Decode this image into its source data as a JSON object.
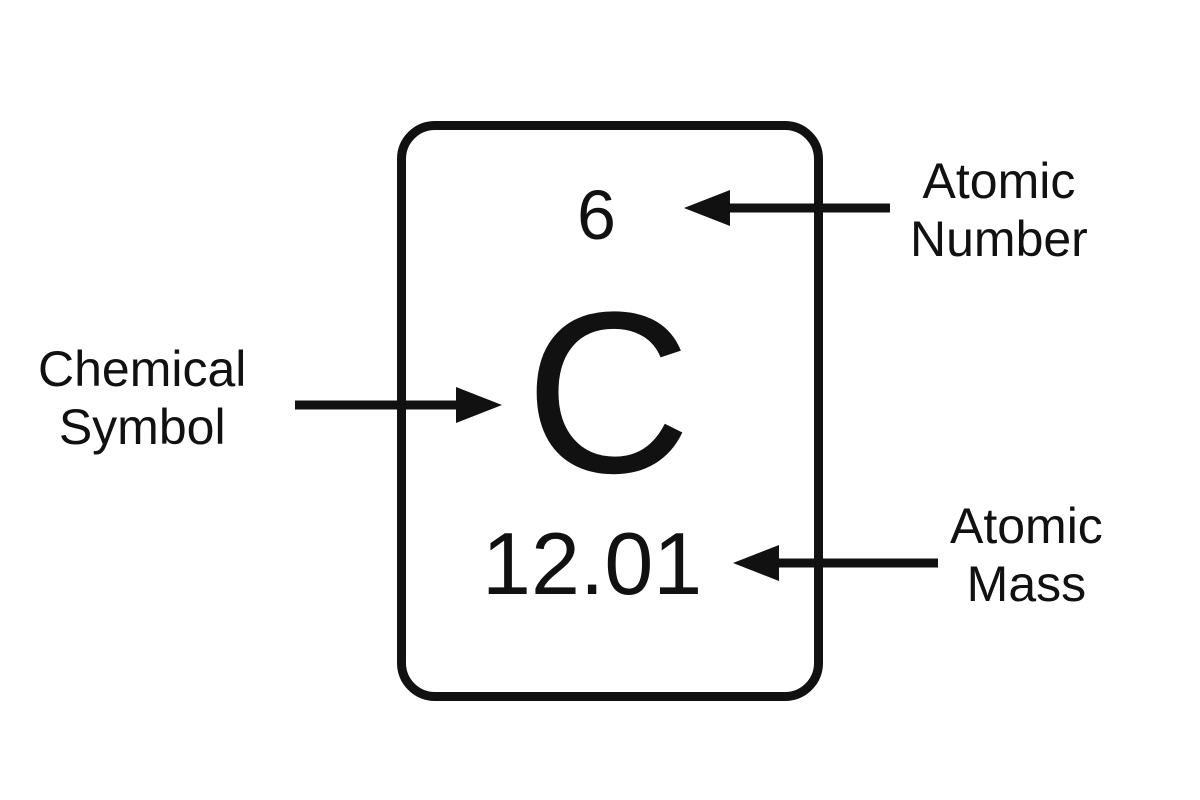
{
  "element": {
    "atomic_number": "6",
    "symbol": "C",
    "atomic_mass": "12.01"
  },
  "labels": {
    "atomic_number": [
      "Atomic",
      "Number"
    ],
    "chemical_symbol": [
      "Chemical",
      "Symbol"
    ],
    "atomic_mass": [
      "Atomic",
      "Mass"
    ]
  }
}
